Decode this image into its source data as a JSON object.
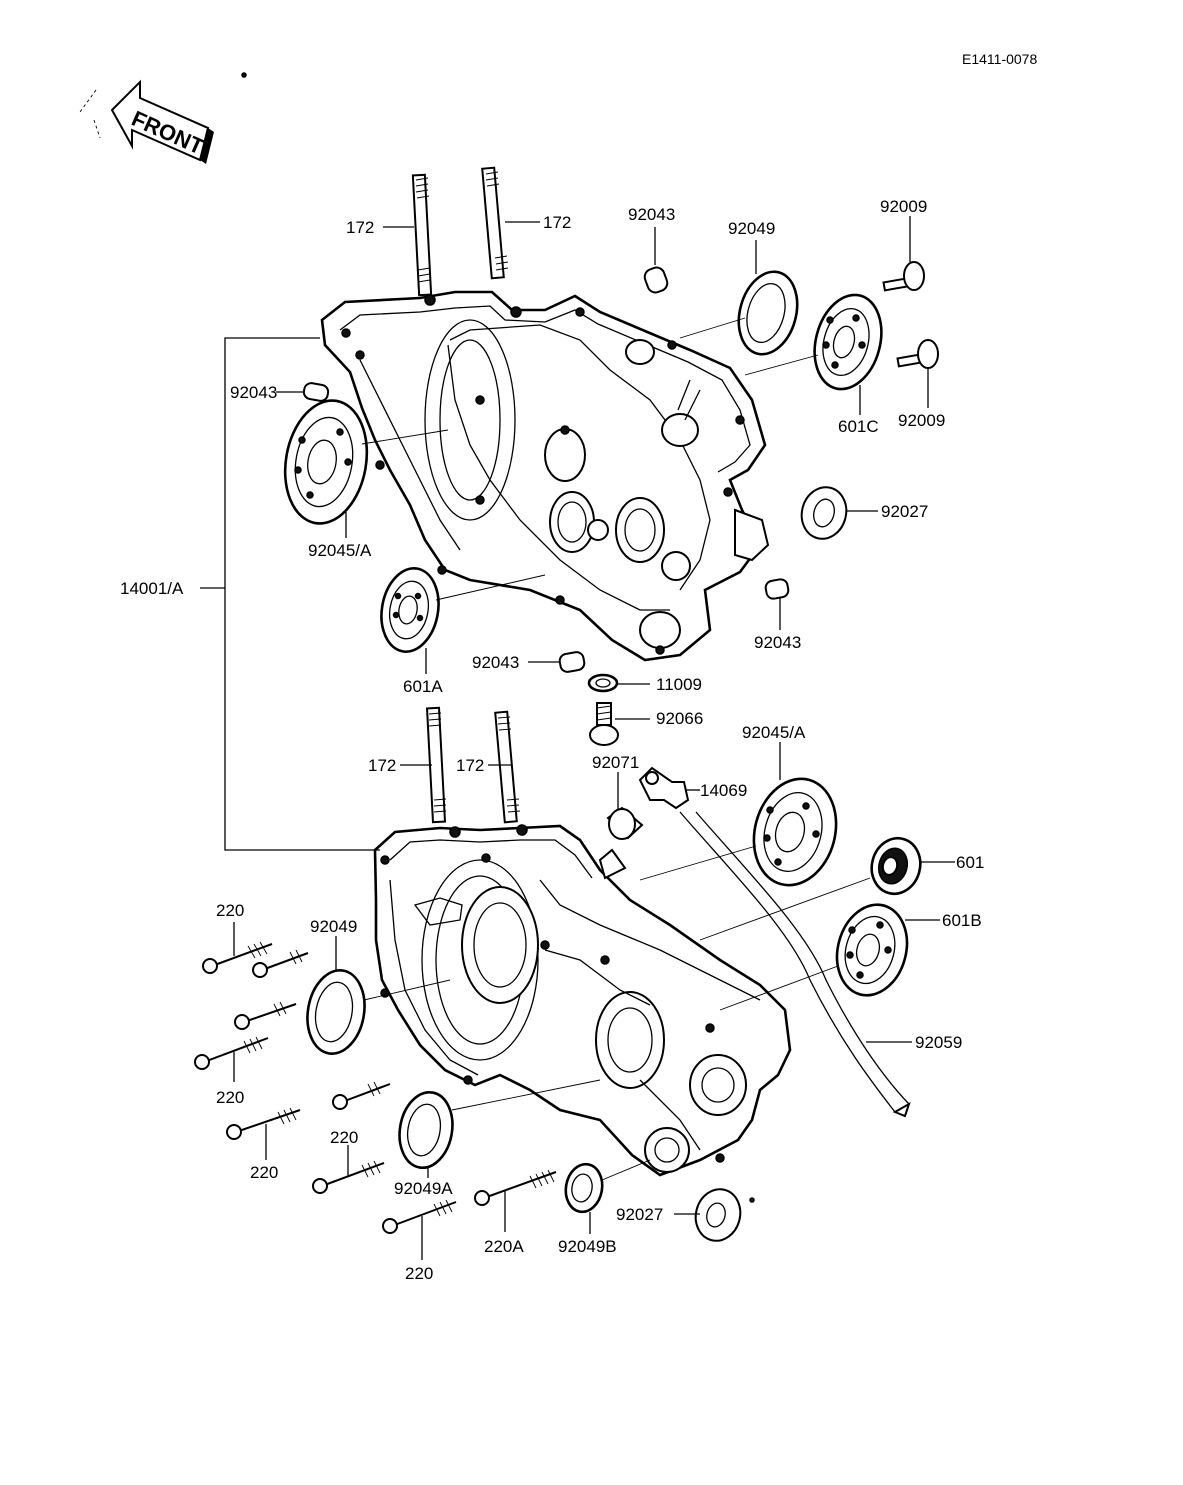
{
  "diagram_code": "E1411-0078",
  "front_arrow_label": "FRONT",
  "callouts": {
    "stud_top_left": "172",
    "stud_top_right": "172",
    "dowel_top": "92043",
    "seal_top": "92049",
    "screw_top": "92009",
    "dowel_left": "92043",
    "bearing_left": "92045/A",
    "bearing_601c": "601C",
    "screw_right": "92009",
    "crankcase_set": "14001/A",
    "collar_right": "92027",
    "bearing_601a": "601A",
    "dowel_right": "92043",
    "dowel_mid": "92043",
    "gasket_11009": "11009",
    "plug_92066": "92066",
    "stud_lower_left": "172",
    "stud_lower_right": "172",
    "bearing_lower": "92045/A",
    "fitting_92071": "92071",
    "elbow_14069": "14069",
    "bearing_601": "601",
    "bolt_upper": "220",
    "seal_lower": "92049",
    "bearing_601b": "601B",
    "hose_92059": "92059",
    "bolt_left": "220",
    "bolt_mid": "220",
    "bolt_center": "220",
    "seal_92049a": "92049A",
    "bolt_220a": "220A",
    "seal_92049b": "92049B",
    "collar_lower": "92027",
    "bolt_bottom": "220"
  }
}
